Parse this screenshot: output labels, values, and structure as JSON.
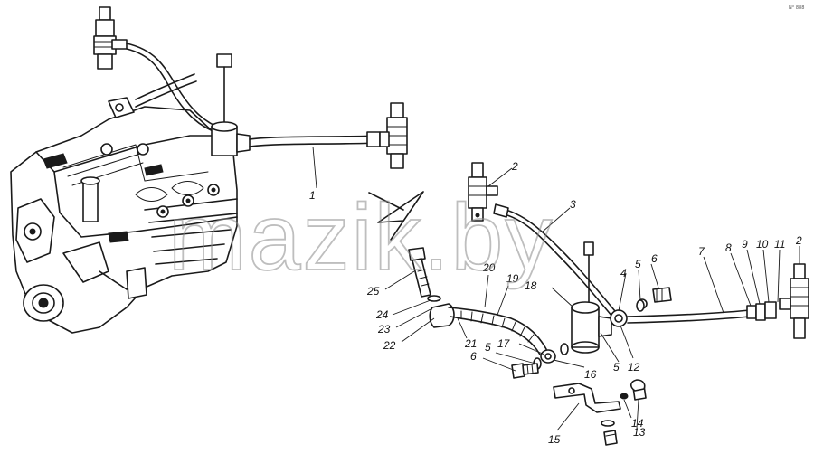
{
  "watermark": {
    "text": "mazik.by"
  },
  "corner_mark": {
    "text": "N° 888"
  },
  "callouts": [
    {
      "id": "1",
      "label": "1"
    },
    {
      "id": "2a",
      "label": "2"
    },
    {
      "id": "2b",
      "label": "2"
    },
    {
      "id": "3",
      "label": "3"
    },
    {
      "id": "4",
      "label": "4"
    },
    {
      "id": "5a",
      "label": "5"
    },
    {
      "id": "5b",
      "label": "5"
    },
    {
      "id": "5c",
      "label": "5"
    },
    {
      "id": "6a",
      "label": "6"
    },
    {
      "id": "6b",
      "label": "6"
    },
    {
      "id": "7",
      "label": "7"
    },
    {
      "id": "8",
      "label": "8"
    },
    {
      "id": "9",
      "label": "9"
    },
    {
      "id": "10",
      "label": "10"
    },
    {
      "id": "11",
      "label": "11"
    },
    {
      "id": "12",
      "label": "12"
    },
    {
      "id": "13",
      "label": "13"
    },
    {
      "id": "14",
      "label": "14"
    },
    {
      "id": "15",
      "label": "15"
    },
    {
      "id": "16",
      "label": "16"
    },
    {
      "id": "17",
      "label": "17"
    },
    {
      "id": "18",
      "label": "18"
    },
    {
      "id": "19",
      "label": "19"
    },
    {
      "id": "20",
      "label": "20"
    },
    {
      "id": "21",
      "label": "21"
    },
    {
      "id": "22",
      "label": "22"
    },
    {
      "id": "23",
      "label": "23"
    },
    {
      "id": "24",
      "label": "24"
    },
    {
      "id": "25",
      "label": "25"
    }
  ]
}
